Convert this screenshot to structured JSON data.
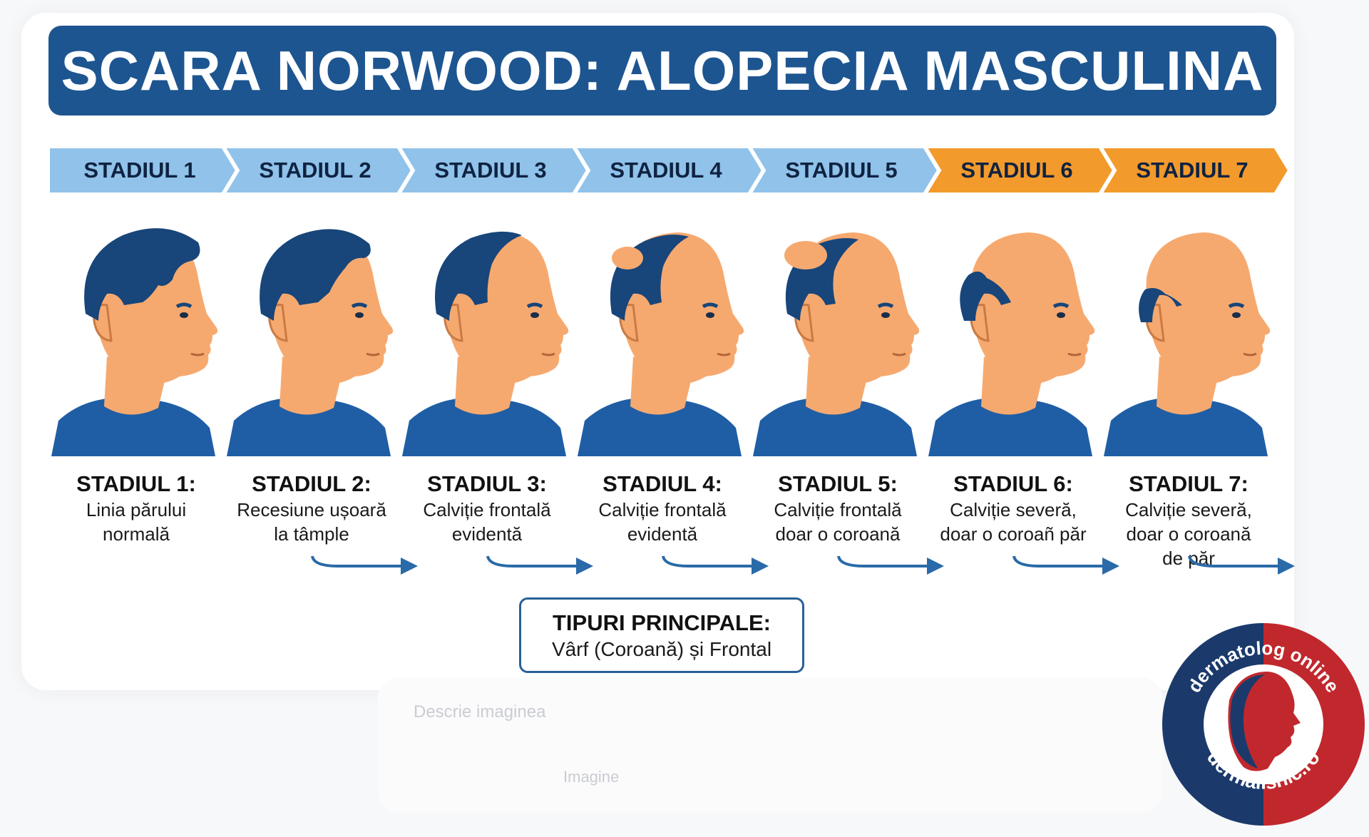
{
  "title": "SCARA NORWOOD: ALOPECIA MASCULINA",
  "colors": {
    "title_bg": "#1d5590",
    "chevron_blue": "#90c2ea",
    "chevron_orange": "#f39a2c",
    "hair": "#18457a",
    "skin": "#f6a96f",
    "shirt": "#1f5ea5",
    "arrow": "#2a6aa8"
  },
  "stages": [
    {
      "chevron": "STADIUL 1",
      "title": "STADIUL 1:",
      "desc": [
        "Linia părului",
        "normală"
      ],
      "color": "blue"
    },
    {
      "chevron": "STADIUL 2",
      "title": "STADIUL 2:",
      "desc": [
        "Recesiune ușoară",
        "la tâmple"
      ],
      "color": "blue"
    },
    {
      "chevron": "STADIUL 3",
      "title": "STADIUL 3:",
      "desc": [
        "Calviție frontală",
        "evidentă"
      ],
      "color": "blue"
    },
    {
      "chevron": "STADIUL 4",
      "title": "STADIUL 4:",
      "desc": [
        "Calviție frontală",
        "evidentă"
      ],
      "color": "blue"
    },
    {
      "chevron": "STADIUL 5",
      "title": "STADIUL 5:",
      "desc": [
        "Calviție frontală",
        "doar o coroană"
      ],
      "color": "blue"
    },
    {
      "chevron": "STADIUL 6",
      "title": "STADIUL 6:",
      "desc": [
        "Calviție severă,",
        "doar o coroañ păr"
      ],
      "color": "orange"
    },
    {
      "chevron": "STADIUL 7",
      "title": "STADIUL 7:",
      "desc": [
        "Calviție severă,",
        "doar o coroană",
        "de păr"
      ],
      "color": "orange"
    }
  ],
  "tipuri": {
    "title": "TIPURI PRINCIPALE:",
    "subtitle": "Vârf (Coroană) și Frontal"
  },
  "background_ui": {
    "describe_label": "Descrie imaginea",
    "image_label": "Imagine"
  },
  "logo": {
    "top_text": "dermatolog online",
    "bottom_text": "dermalisnic.ro"
  }
}
